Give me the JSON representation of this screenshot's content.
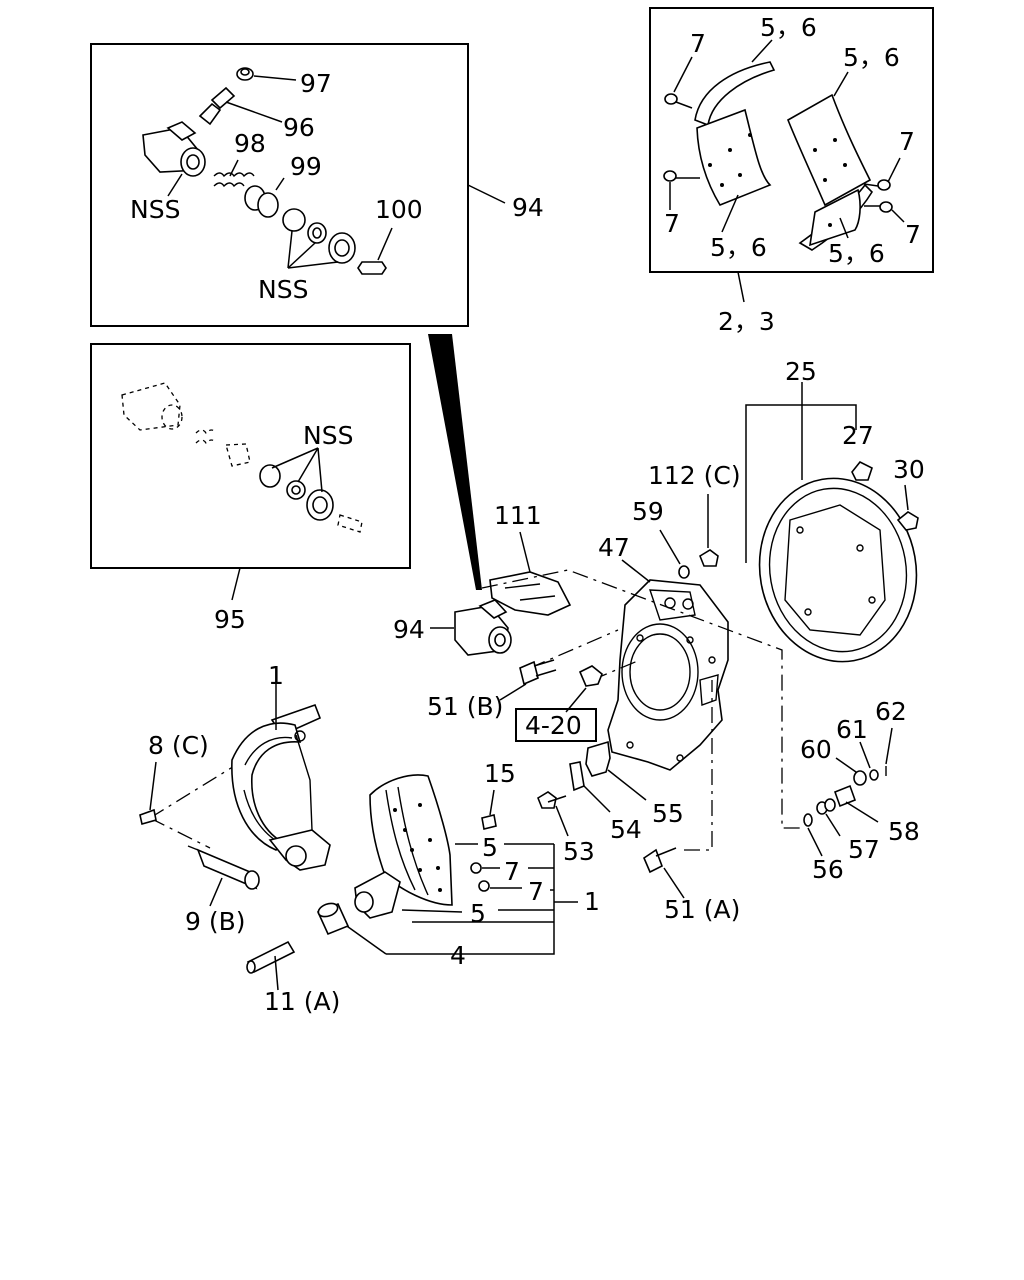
{
  "labels": {
    "l97": "97",
    "l96": "96",
    "l98": "98",
    "l99": "99",
    "l100": "100",
    "nss1": "NSS",
    "nss2": "NSS",
    "nss3": "NSS",
    "l94a": "94",
    "l95": "95",
    "l56a": "5，6",
    "l56b": "5，6",
    "l56c": "5，6",
    "l56d": "5，6",
    "l7a": "7",
    "l7b": "7",
    "l7c": "7",
    "l7d": "7",
    "l23": "2，3",
    "l25": "25",
    "l27": "27",
    "l30": "30",
    "l112": "112 (C)",
    "l59": "59",
    "l47": "47",
    "l111": "111",
    "l94b": "94",
    "l51b": "51 (B)",
    "l420": "4-20",
    "l62": "62",
    "l61": "61",
    "l60": "60",
    "l58": "58",
    "l57": "57",
    "l56": "56",
    "l55": "55",
    "l54": "54",
    "l53": "53",
    "l51a": "51 (A)",
    "l1a": "1",
    "l8c": "8 (C)",
    "l9b": "9 (B)",
    "l15": "15",
    "l5a": "5",
    "l7e": "7",
    "l7f": "7",
    "l5b": "5",
    "l1b": "1",
    "l4": "4",
    "l11a": "11 (A)"
  }
}
